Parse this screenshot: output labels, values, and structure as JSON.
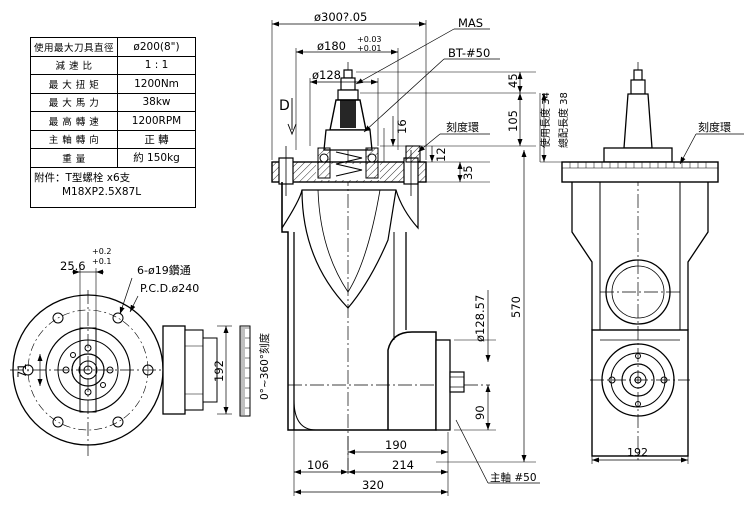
{
  "spec_table": {
    "rows": [
      {
        "label": "使用最大刀具直徑",
        "value": "ø200(8\")"
      },
      {
        "label": "減 速 比",
        "value": "1 : 1"
      },
      {
        "label": "最 大 扭 矩",
        "value": "1200Nm"
      },
      {
        "label": "最 大 馬 力",
        "value": "38kw"
      },
      {
        "label": "最 高 轉 速",
        "value": "1200RPM"
      },
      {
        "label": "主 軸 轉 向",
        "value": "正 轉"
      },
      {
        "label": "重 量",
        "value": "約 150kg"
      }
    ],
    "note_line1": "附件：T型螺栓  x6支",
    "note_line2": "M18XP2.5X87L"
  },
  "front_view": {
    "dim_top_width": "ø300?.05",
    "dim_flange": "ø180",
    "dim_flange_tol_upper": "+0.03",
    "dim_flange_tol_lower": "+0.01",
    "dim_pilot": "ø128",
    "label_mas": "MAS",
    "label_bt": "BT-#50",
    "label_dial": "刻度環",
    "label_d": "D",
    "dim_45": "45",
    "dim_105": "105",
    "dim_16": "16",
    "dim_12": "12",
    "dim_35": "35",
    "dim_tool_len": "使用長度 34",
    "dim_spindle_len": "總配長度 38",
    "dim_570": "570",
    "dim_bore": "ø128.57",
    "dim_90": "90",
    "dim_190": "190",
    "dim_106": "106",
    "dim_214": "214",
    "dim_320": "320",
    "label_spindle": "主軸 #50"
  },
  "top_view": {
    "dim_25_6": "25.6",
    "dim_25_6_tol_upper": "+0.2",
    "dim_25_6_tol_lower": "+0.1",
    "label_holes": "6-ø19鑽通",
    "label_pcd": "P.C.D.ø240",
    "dim_71": "71",
    "dim_192": "192",
    "label_scale": "0°~360°刻度"
  },
  "side_view": {
    "label_dial": "刻度環",
    "dim_192": "192"
  }
}
